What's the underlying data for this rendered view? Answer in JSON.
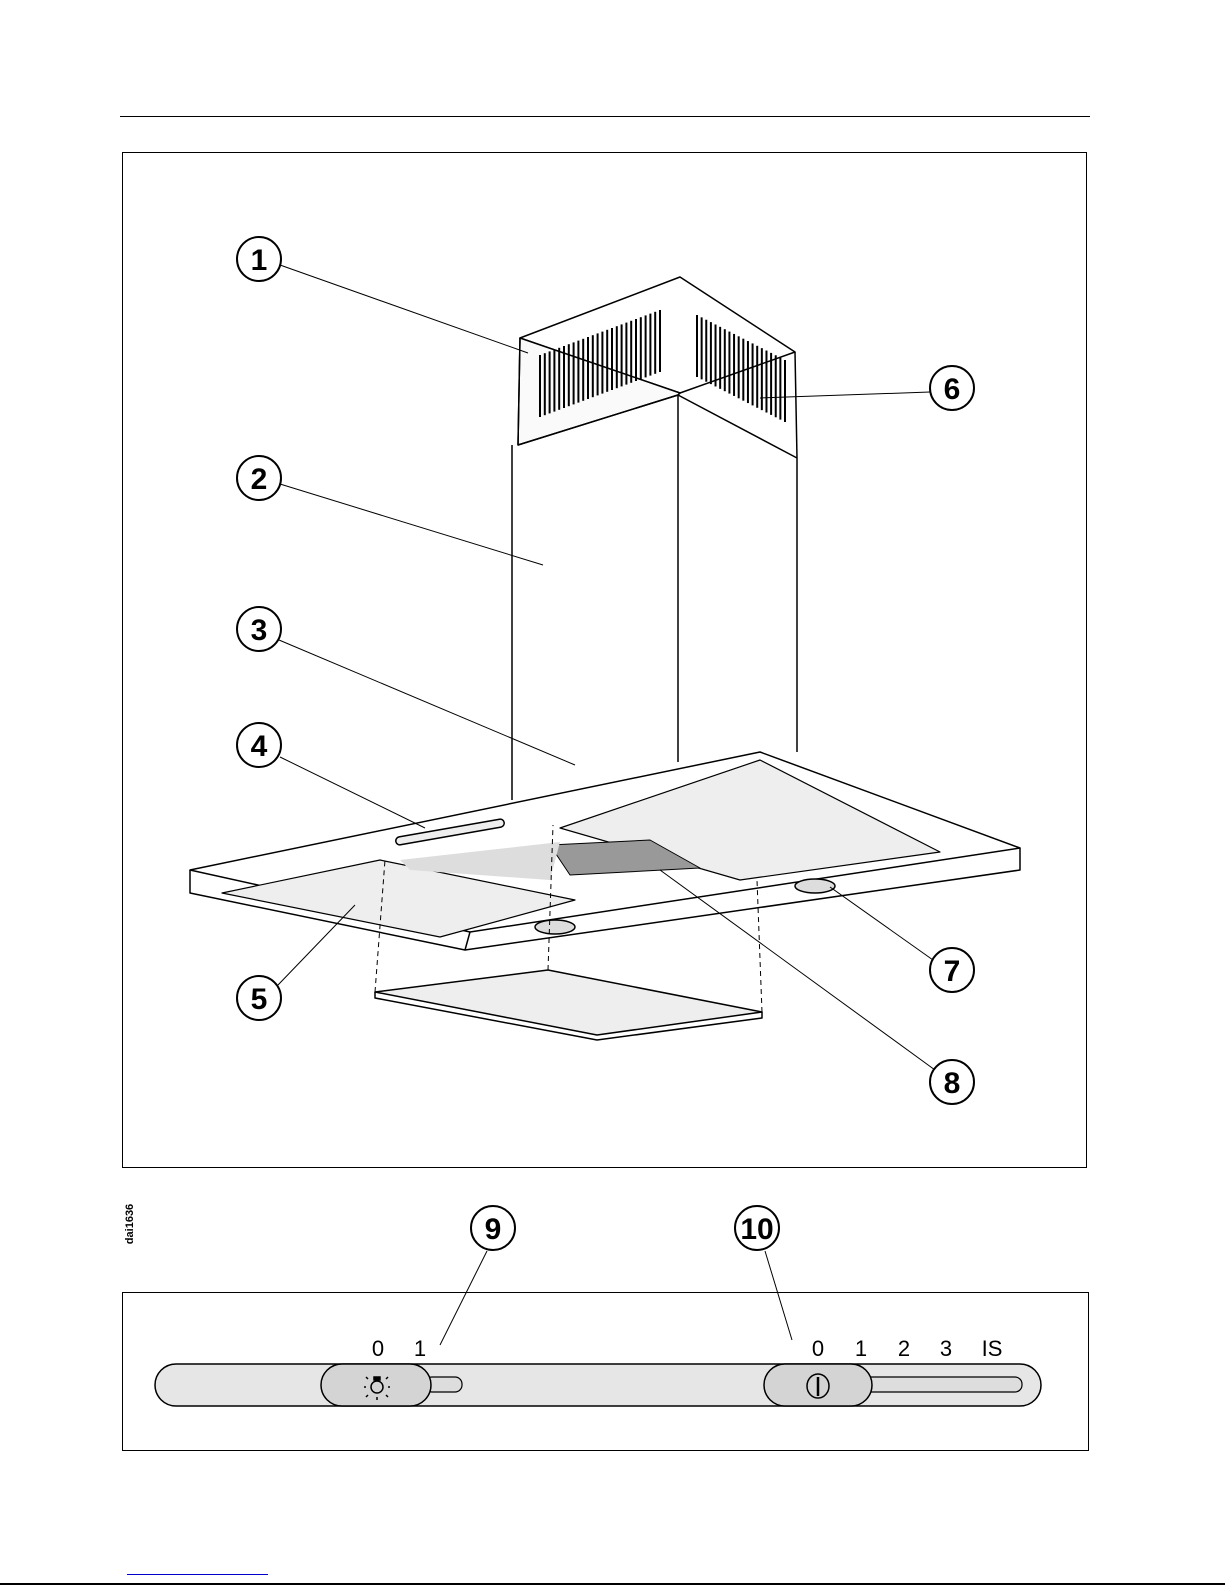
{
  "drawing_code": "dai1636",
  "callouts": {
    "c1": "1",
    "c2": "2",
    "c3": "3",
    "c4": "4",
    "c5": "5",
    "c6": "6",
    "c7": "7",
    "c8": "8",
    "c9": "9",
    "c10": "10"
  },
  "light_switch": {
    "labels": [
      "0",
      "1"
    ],
    "icon": "light-bulb-icon"
  },
  "fan_switch": {
    "labels": [
      "0",
      "1",
      "2",
      "3",
      "IS"
    ],
    "icon": "power-icon"
  }
}
